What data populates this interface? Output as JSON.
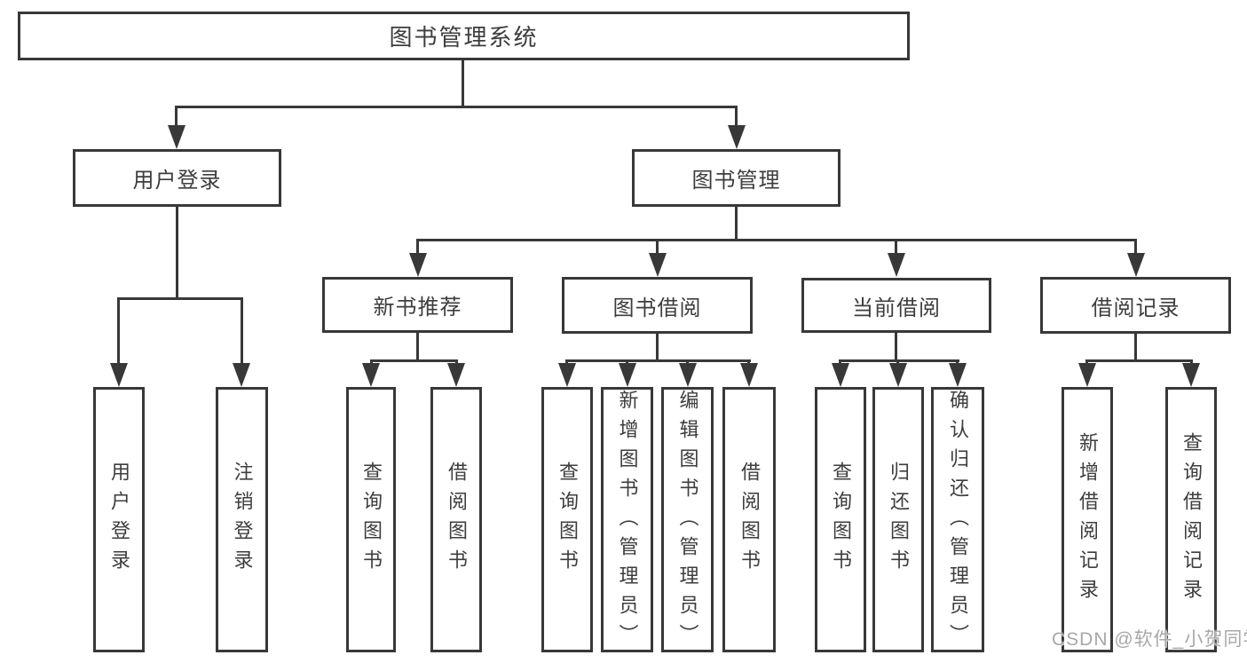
{
  "diagram": {
    "title": "图书管理系统",
    "root": {
      "label": "图书管理系统"
    },
    "branches": [
      {
        "label": "用户登录",
        "children": [
          {
            "label": "用户登录"
          },
          {
            "label": "注销登录"
          }
        ]
      },
      {
        "label": "图书管理",
        "children": [
          {
            "label": "新书推荐",
            "children": [
              {
                "label": "查询图书"
              },
              {
                "label": "借阅图书"
              }
            ]
          },
          {
            "label": "图书借阅",
            "children": [
              {
                "label": "查询图书"
              },
              {
                "label": "新增图书（管理员）"
              },
              {
                "label": "编辑图书（管理员）"
              },
              {
                "label": "借阅图书"
              }
            ]
          },
          {
            "label": "当前借阅",
            "children": [
              {
                "label": "查询图书"
              },
              {
                "label": "归还图书"
              },
              {
                "label": "确认归还（管理员）"
              }
            ]
          },
          {
            "label": "借阅记录",
            "children": [
              {
                "label": "新增借阅记录"
              },
              {
                "label": "查询借阅记录"
              }
            ]
          }
        ]
      }
    ]
  },
  "watermark": {
    "text": "CSDN @软件_小贺同学"
  },
  "colors": {
    "line": "#383838",
    "text": "#3d3d3d",
    "watermark": "#a8a8a8",
    "background": "#ffffff"
  }
}
